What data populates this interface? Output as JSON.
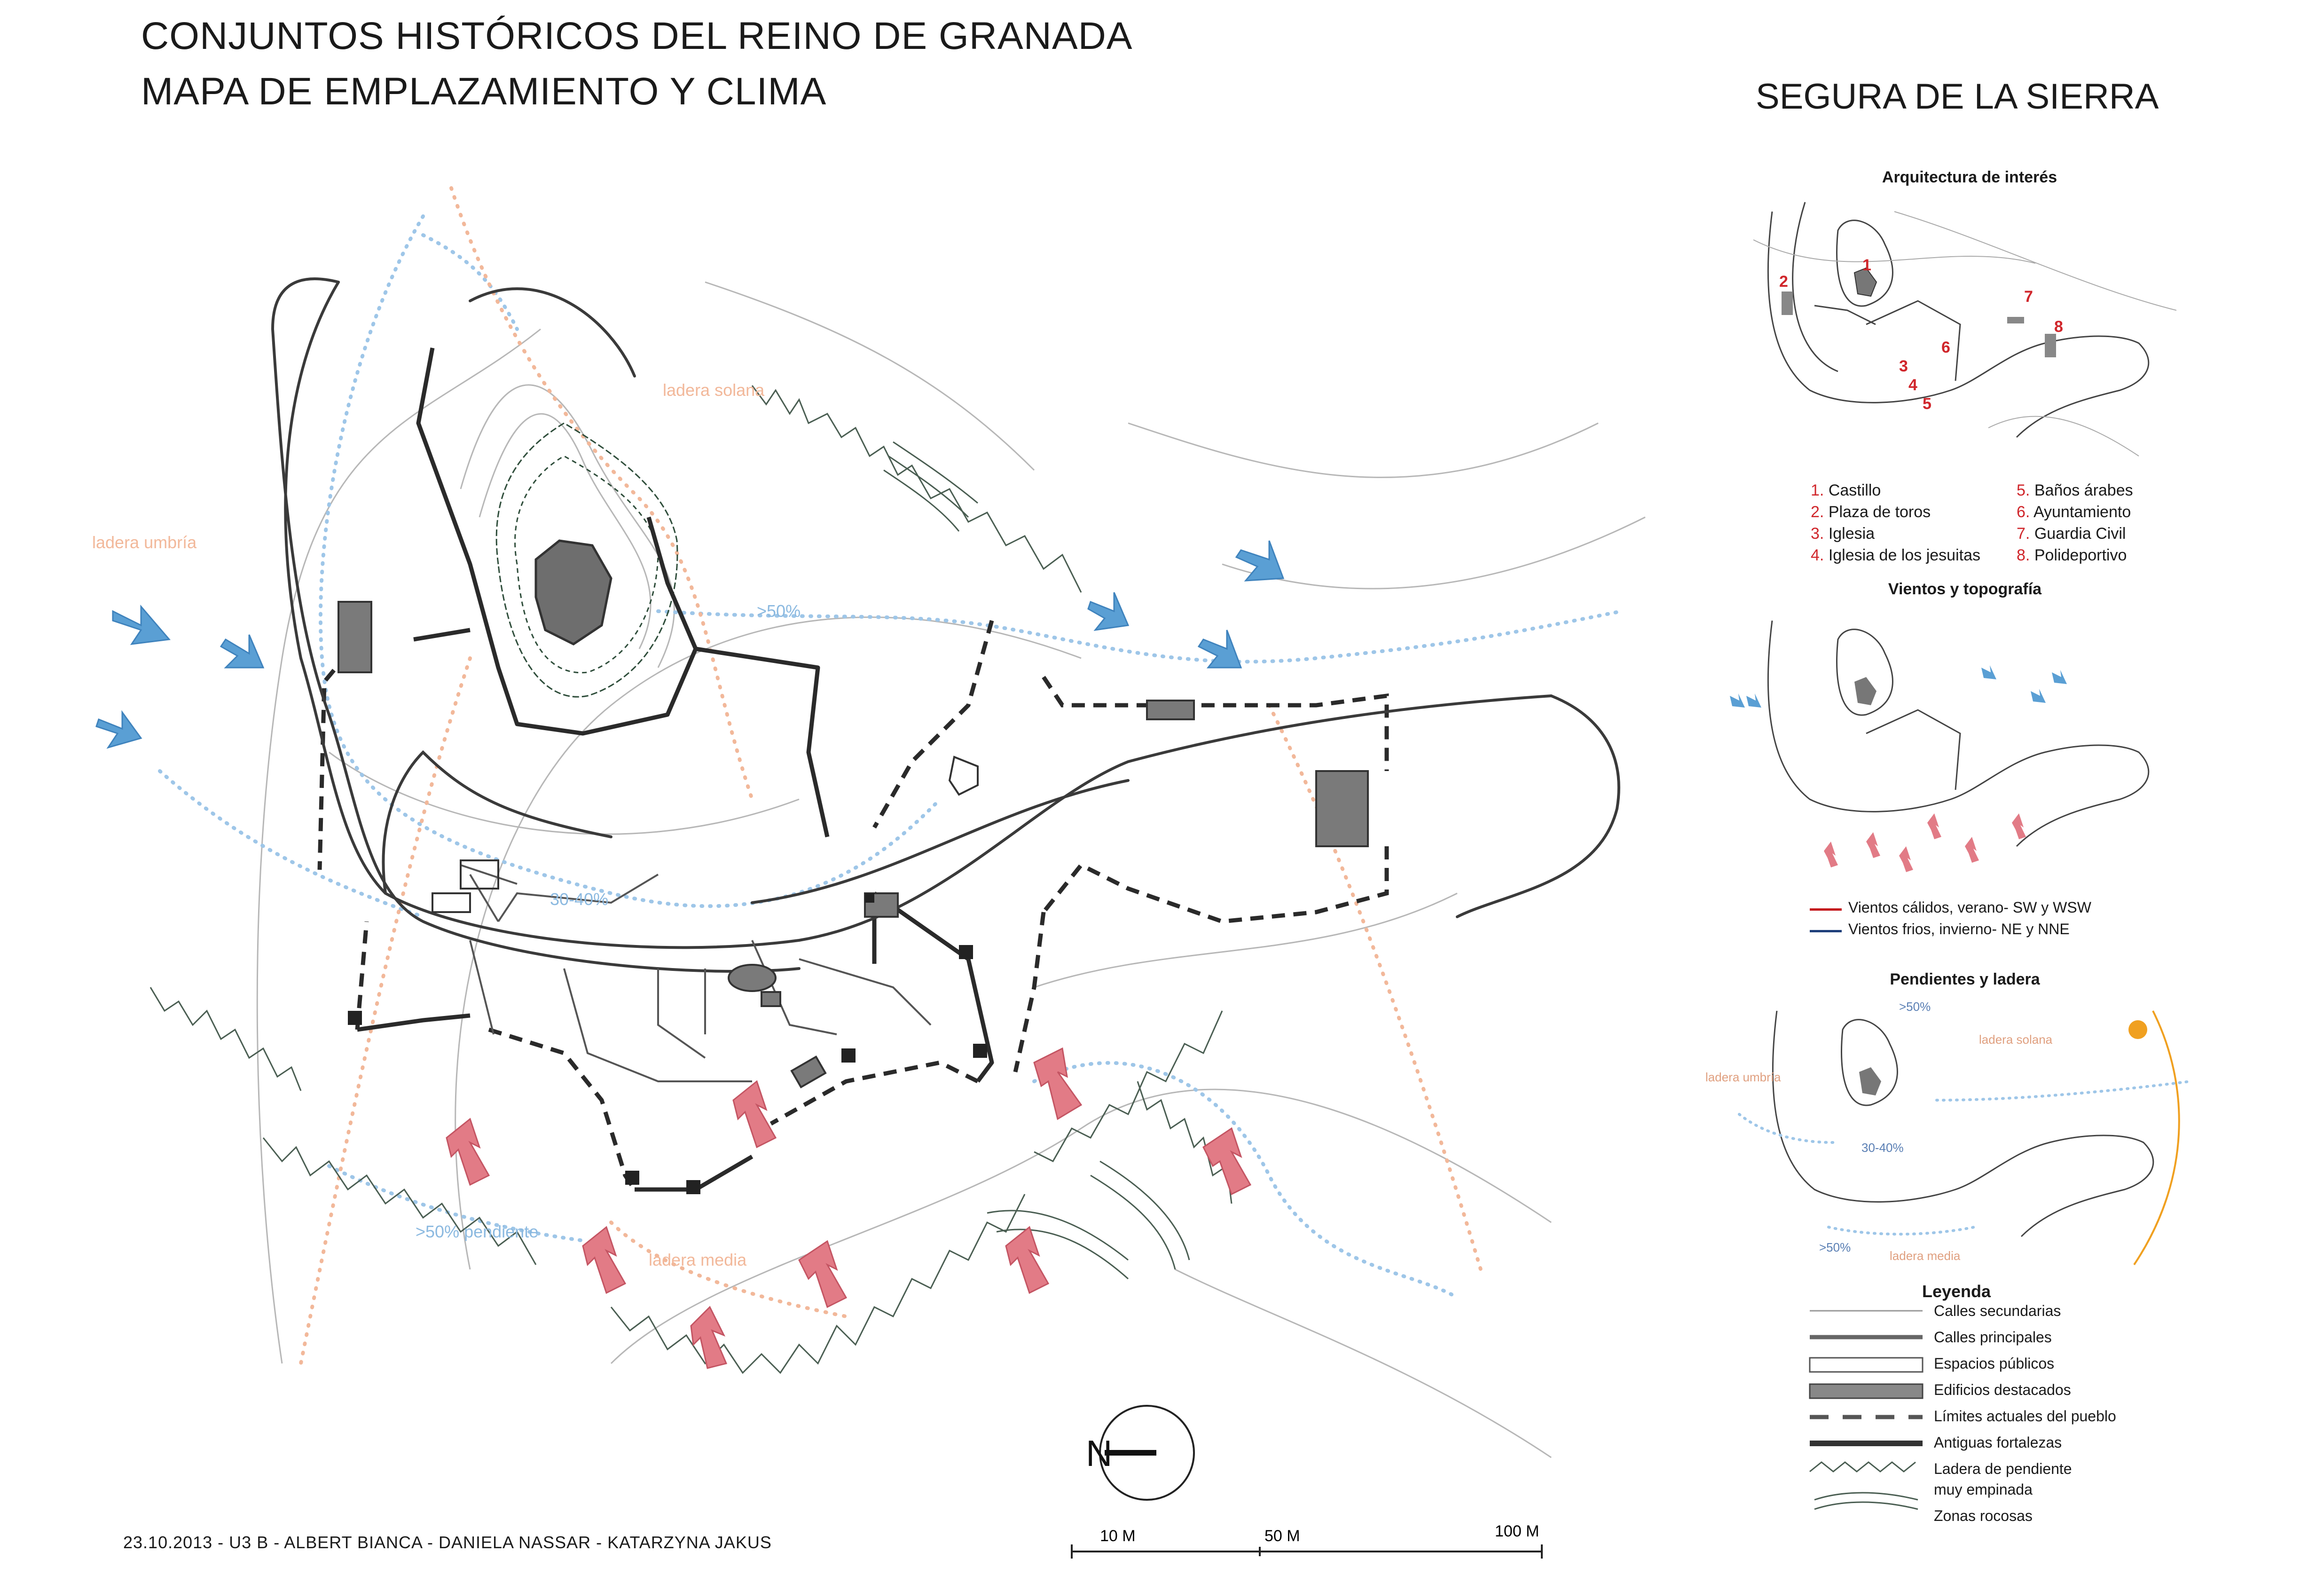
{
  "header": {
    "title_line1": "CONJUNTOS HISTÓRICOS DEL REINO DE GRANADA",
    "title_line2": "MAPA DE EMPLAZAMIENTO Y CLIMA",
    "town": "SEGURA DE LA SIERRA"
  },
  "main_map": {
    "labels": {
      "ladera_solana": "ladera solana",
      "ladera_umbria": "ladera umbría",
      "slope_50": ">50%",
      "slope_30_40": "30-40%",
      "slope_50_pendiente": ">50% pendiente",
      "ladera_media": "ladera media"
    },
    "north_symbol": "N",
    "scale": {
      "s1": "10 M",
      "s2": "50 M",
      "s3": "100 M"
    }
  },
  "credits": "23.10.2013  -  U3 B  -  ALBERT BIANCA   -  DANIELA NASSAR  -  KATARZYNA JAKUS",
  "panel_architecture": {
    "title": "Arquitectura de interés",
    "markers": [
      "1",
      "2",
      "3",
      "4",
      "5",
      "6",
      "7",
      "8"
    ],
    "items_left": [
      {
        "num": "1.",
        "label": "Castillo"
      },
      {
        "num": "2.",
        "label": "Plaza de toros"
      },
      {
        "num": "3.",
        "label": "Iglesia"
      },
      {
        "num": "4.",
        "label": "Iglesia de los jesuitas"
      }
    ],
    "items_right": [
      {
        "num": "5.",
        "label": "Baños árabes"
      },
      {
        "num": "6.",
        "label": "Ayuntamiento"
      },
      {
        "num": "7.",
        "label": "Guardia Civil"
      },
      {
        "num": "8.",
        "label": "Polideportivo"
      }
    ]
  },
  "panel_winds": {
    "title": "Vientos y topografía",
    "warm": "Vientos cálidos, verano- SW y WSW",
    "cold": "Vientos frios, invierno- NE y NNE"
  },
  "panel_slopes": {
    "title": "Pendientes y ladera",
    "labels": {
      "s50a": ">50%",
      "solana": "ladera solana",
      "umbria": "ladera umbría",
      "s3040": "30-40%",
      "s50b": ">50%",
      "media": "ladera media"
    }
  },
  "legend": {
    "title": "Leyenda",
    "items": [
      "Calles secundarias",
      "Calles principales",
      "Espacios públicos",
      "Edificios destacados",
      "Límites actuales del pueblo",
      "Antiguas fortalezas",
      "Ladera de pendiente",
      "muy empinada",
      "Zonas rocosas"
    ]
  },
  "colors": {
    "cold_wind": "#5a9fd4",
    "warm_wind": "#e27b86",
    "sun": "#f0a020",
    "slope_dots": "#9ec6e8",
    "ladera_dots": "#f2b89a",
    "marker_red": "#d0262b",
    "cold_line": "#1f3f7a",
    "warm_line": "#c4161c"
  },
  "icons": [
    "north-arrow-icon",
    "wind-arrow-icon",
    "sun-icon"
  ]
}
